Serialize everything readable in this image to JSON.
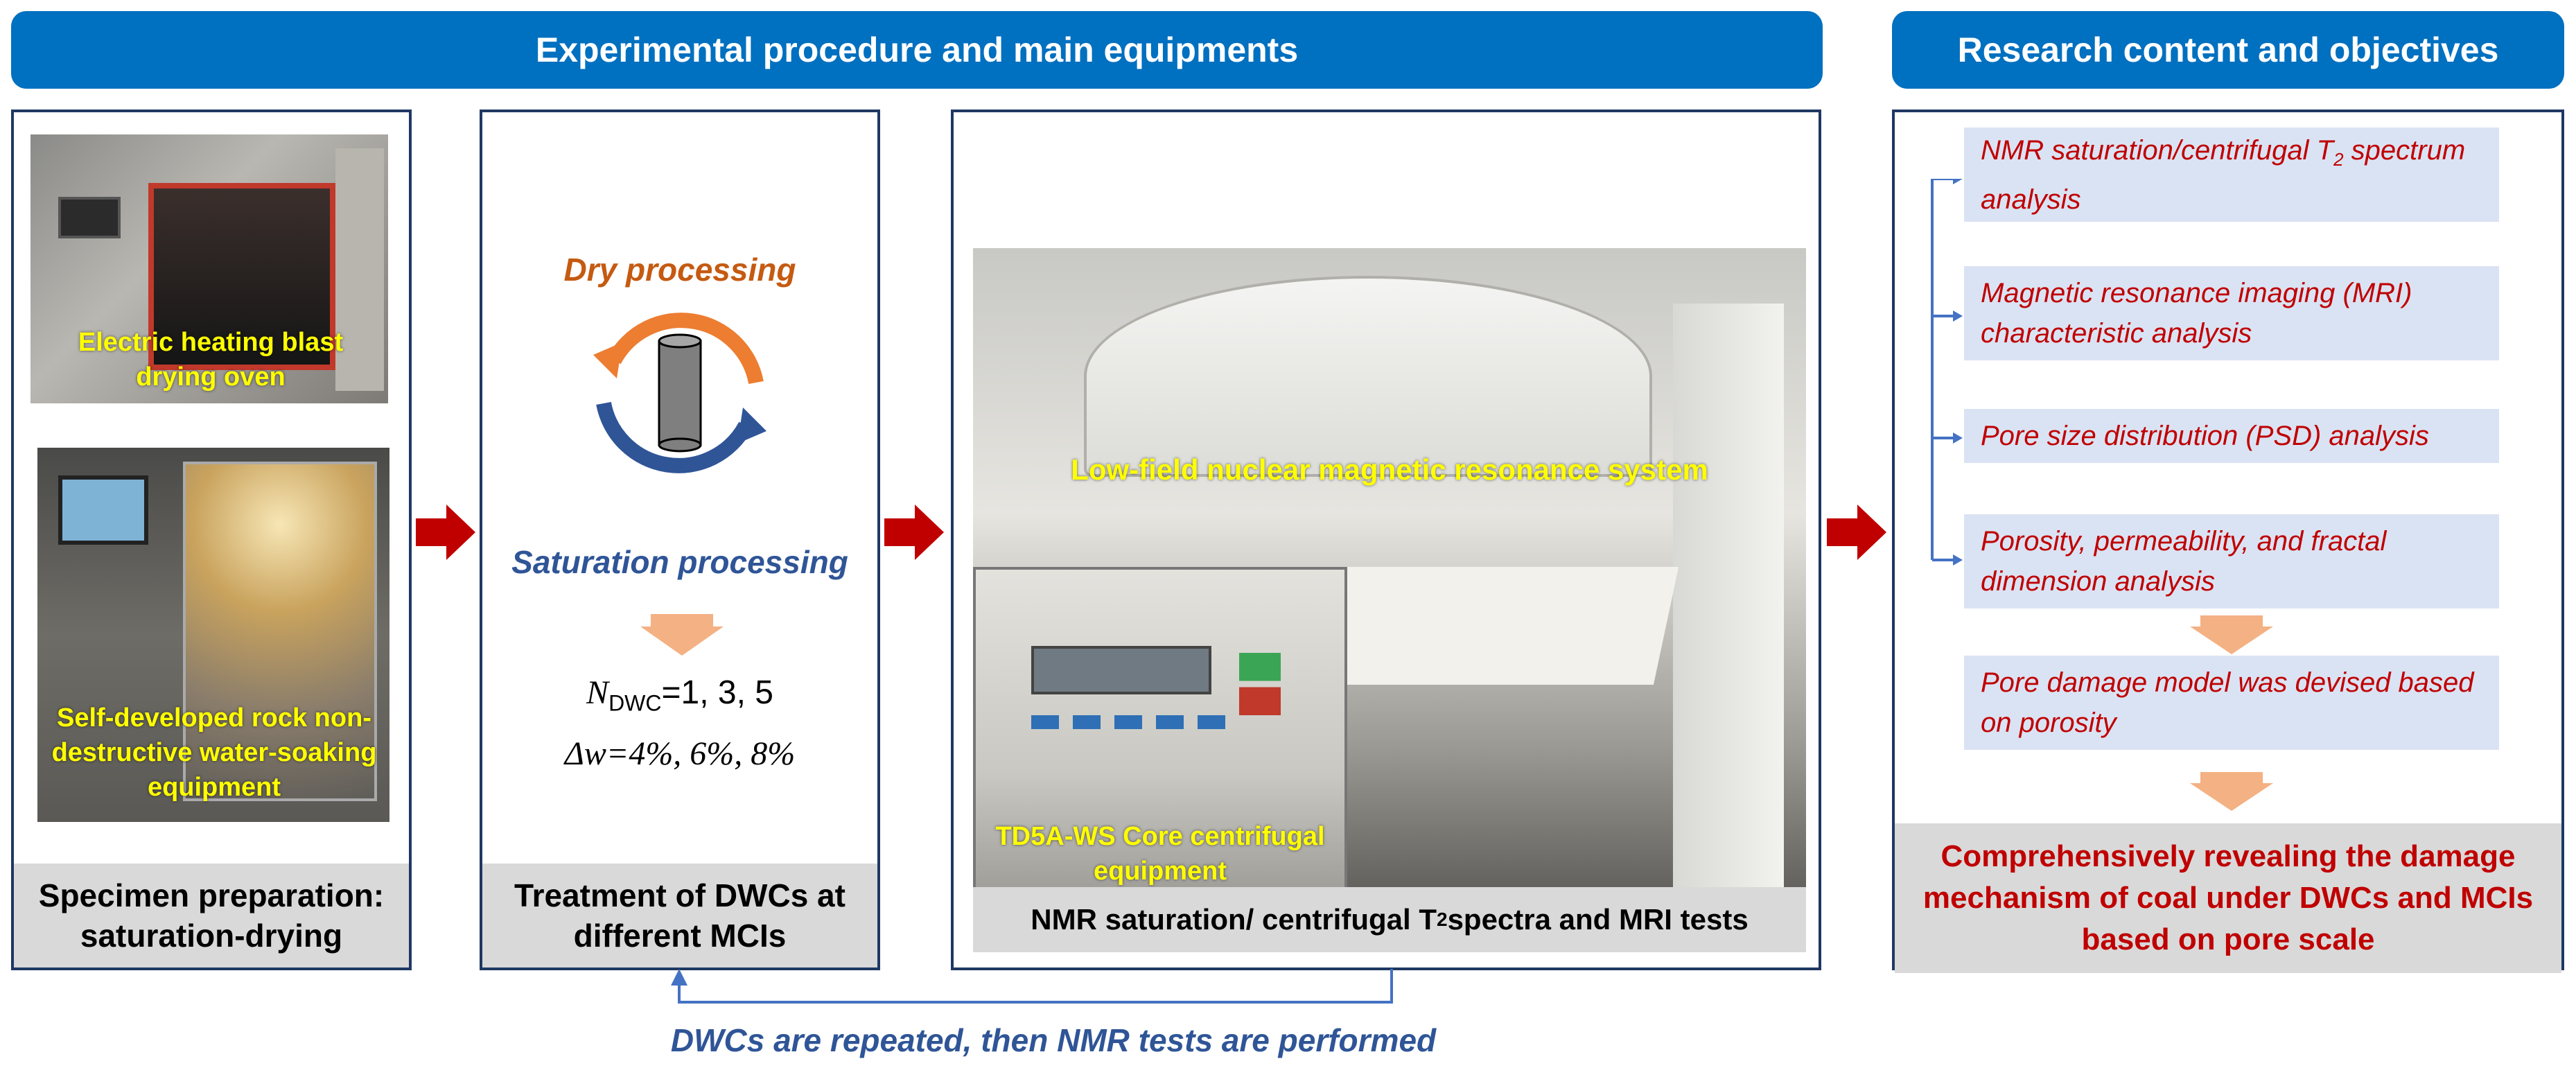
{
  "banners": {
    "left": "Experimental procedure and main equipments",
    "right": "Research content and objectives"
  },
  "specimen": {
    "oven_label": "Electric heating blast drying oven",
    "soaking_label": "Self-developed rock non-destructive water-soaking equipment",
    "caption": "Specimen preparation: saturation-drying"
  },
  "treatment": {
    "dry_label": "Dry processing",
    "saturation_label": "Saturation processing",
    "formula_n_var": "N",
    "formula_n_sub": "DWC",
    "formula_n_values": "=1, 3, 5",
    "formula_w": "Δw=4%, 6%, 8%",
    "caption": "Treatment of DWCs at different MCIs"
  },
  "nmr": {
    "system_label": "Low-field nuclear magnetic resonance system",
    "centrifuge_label": "TD5A-WS Core centrifugal equipment",
    "caption_pre": "NMR saturation/ centrifugal T",
    "caption_sub": "2",
    "caption_post": " spectra and MRI tests"
  },
  "research": {
    "item1_pre": "NMR saturation/centrifugal T",
    "item1_sub": "2",
    "item1_post": " spectrum analysis",
    "item2": "Magnetic resonance imaging (MRI) characteristic analysis",
    "item3": "Pore size distribution (PSD) analysis",
    "item4": "Porosity, permeability, and fractal dimension analysis",
    "item5": "Pore damage model was devised based on porosity",
    "conclusion": "Comprehensively revealing the damage mechanism of coal under DWCs and MCIs based on pore scale"
  },
  "loop_label": "DWCs are repeated, then NMR tests are performed",
  "colors": {
    "banner": "#0070c0",
    "panel_border": "#1f3864",
    "arrow_red": "#c00000",
    "arrow_orange": "#f4b183",
    "research_box": "#dae3f3",
    "research_text": "#c00000",
    "photo_label": "#ffff00",
    "dry_text": "#c55a11",
    "saturation_text": "#2f5597",
    "loop_text": "#2f5597",
    "loop_line": "#4472c4"
  }
}
